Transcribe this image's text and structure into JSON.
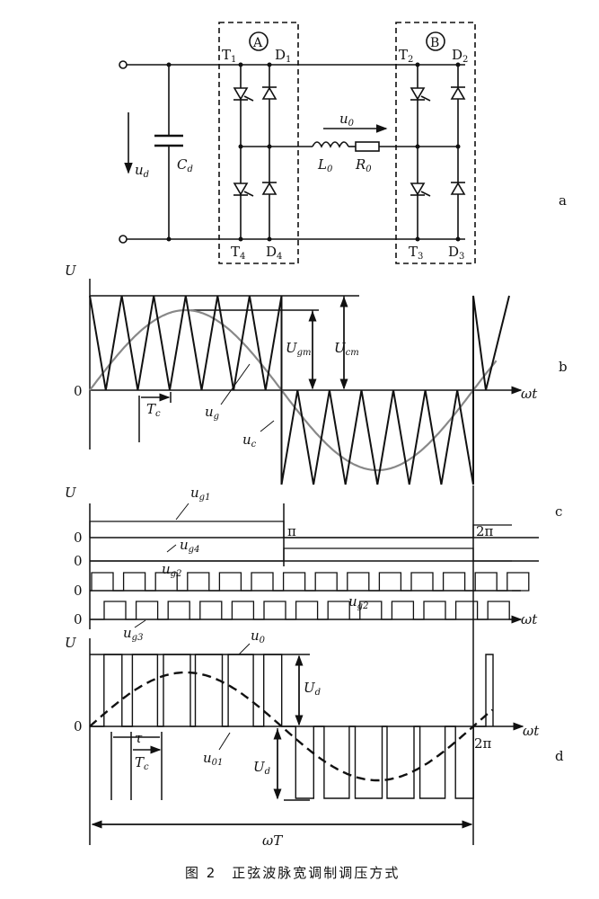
{
  "circuit": {
    "bridge_a": "A",
    "bridge_b": "B",
    "t1": "T",
    "t1_sub": "1",
    "d1": "D",
    "d1_sub": "1",
    "t2": "T",
    "t2_sub": "2",
    "d2": "D",
    "d2_sub": "2",
    "t4": "T",
    "t4_sub": "4",
    "d4": "D",
    "d4_sub": "4",
    "t3": "T",
    "t3_sub": "3",
    "d3": "D",
    "d3_sub": "3",
    "ud": "u",
    "ud_sub": "d",
    "cd": "C",
    "cd_sub": "d",
    "u0": "u",
    "u0_sub": "0",
    "l0": "L",
    "l0_sub": "0",
    "r0": "R",
    "r0_sub": "0"
  },
  "panels": {
    "a": "a",
    "b": "b",
    "c": "c",
    "d": "d"
  },
  "panel_b": {
    "y_axis": "U",
    "zero": "0",
    "x_axis": "ωt",
    "ugm": "U",
    "ugm_sub": "gm",
    "ucm": "U",
    "ucm_sub": "cm",
    "tc": "T",
    "tc_sub": "c",
    "ug": "u",
    "ug_sub": "g",
    "uc": "u",
    "uc_sub": "c"
  },
  "panel_c": {
    "y_axis": "U",
    "zero": "0",
    "x_axis": "ωt",
    "pi": "π",
    "two_pi": "2π",
    "ug1": "u",
    "ug1_sub": "g1",
    "ug4": "u",
    "ug4_sub": "g4",
    "ug2a": "u",
    "ug2a_sub": "g2",
    "ug2b": "u",
    "ug2b_sub": "g2",
    "ug3": "u",
    "ug3_sub": "g3"
  },
  "panel_d": {
    "y_axis": "U",
    "zero": "0",
    "x_axis": "ωt",
    "two_pi": "2π",
    "u0": "u",
    "u0_sub": "0",
    "u01": "u",
    "u01_sub": "01",
    "ud_top": "U",
    "ud_top_sub": "d",
    "ud_bot": "U",
    "ud_bot_sub": "d",
    "tau": "τ",
    "tc": "T",
    "tc_sub": "c",
    "period": "ωT"
  },
  "caption": "图 2　正弦波脉宽调制调压方式"
}
